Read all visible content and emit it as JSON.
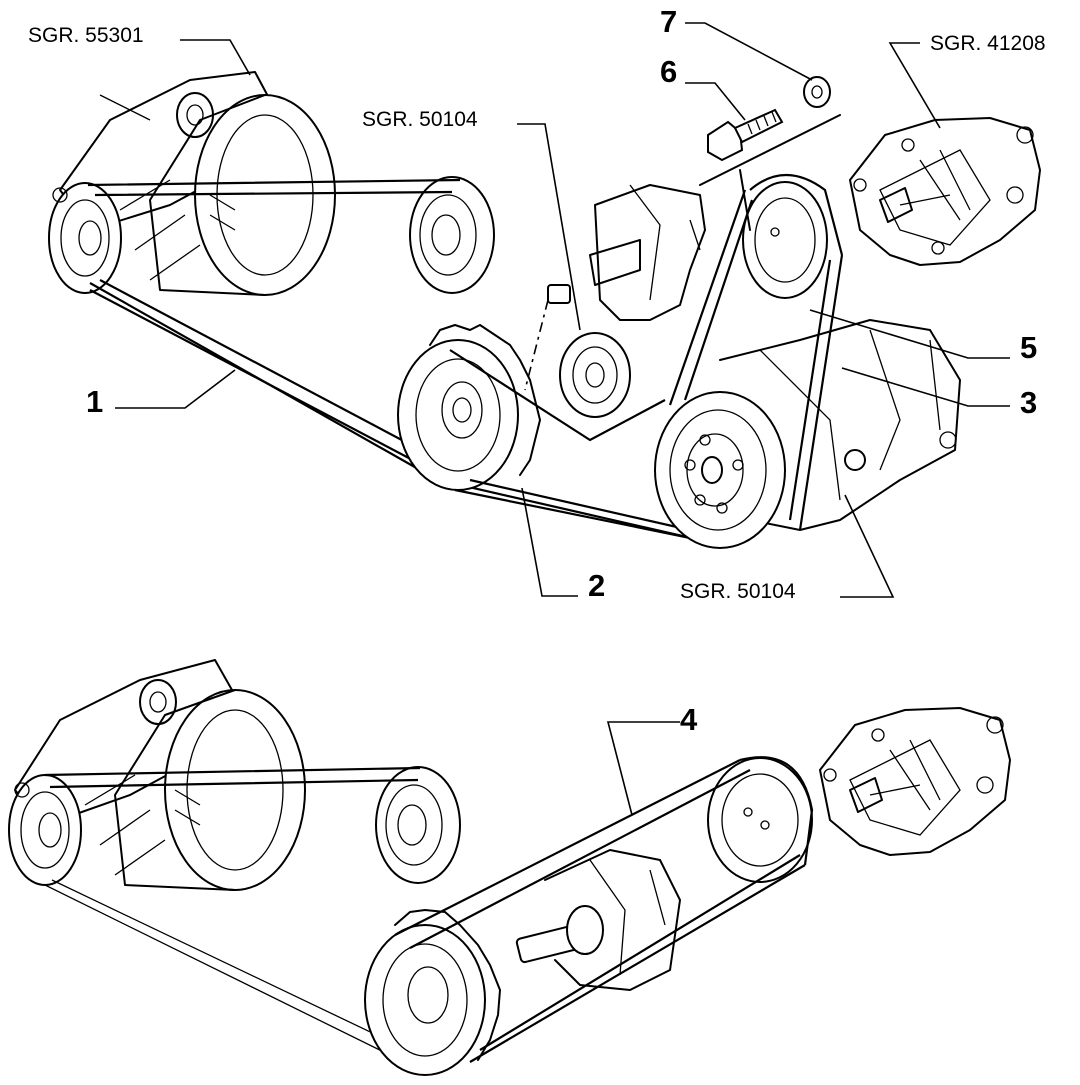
{
  "labels": {
    "ref_alternator": "SGR. 55301",
    "ref_tensioner": "SGR. 50104",
    "ref_pump": "SGR. 41208",
    "ref_compressor": "SGR. 50104",
    "item_1": "1",
    "item_2": "2",
    "item_3": "3",
    "item_4": "4",
    "item_5": "5",
    "item_6": "6",
    "item_7": "7"
  }
}
